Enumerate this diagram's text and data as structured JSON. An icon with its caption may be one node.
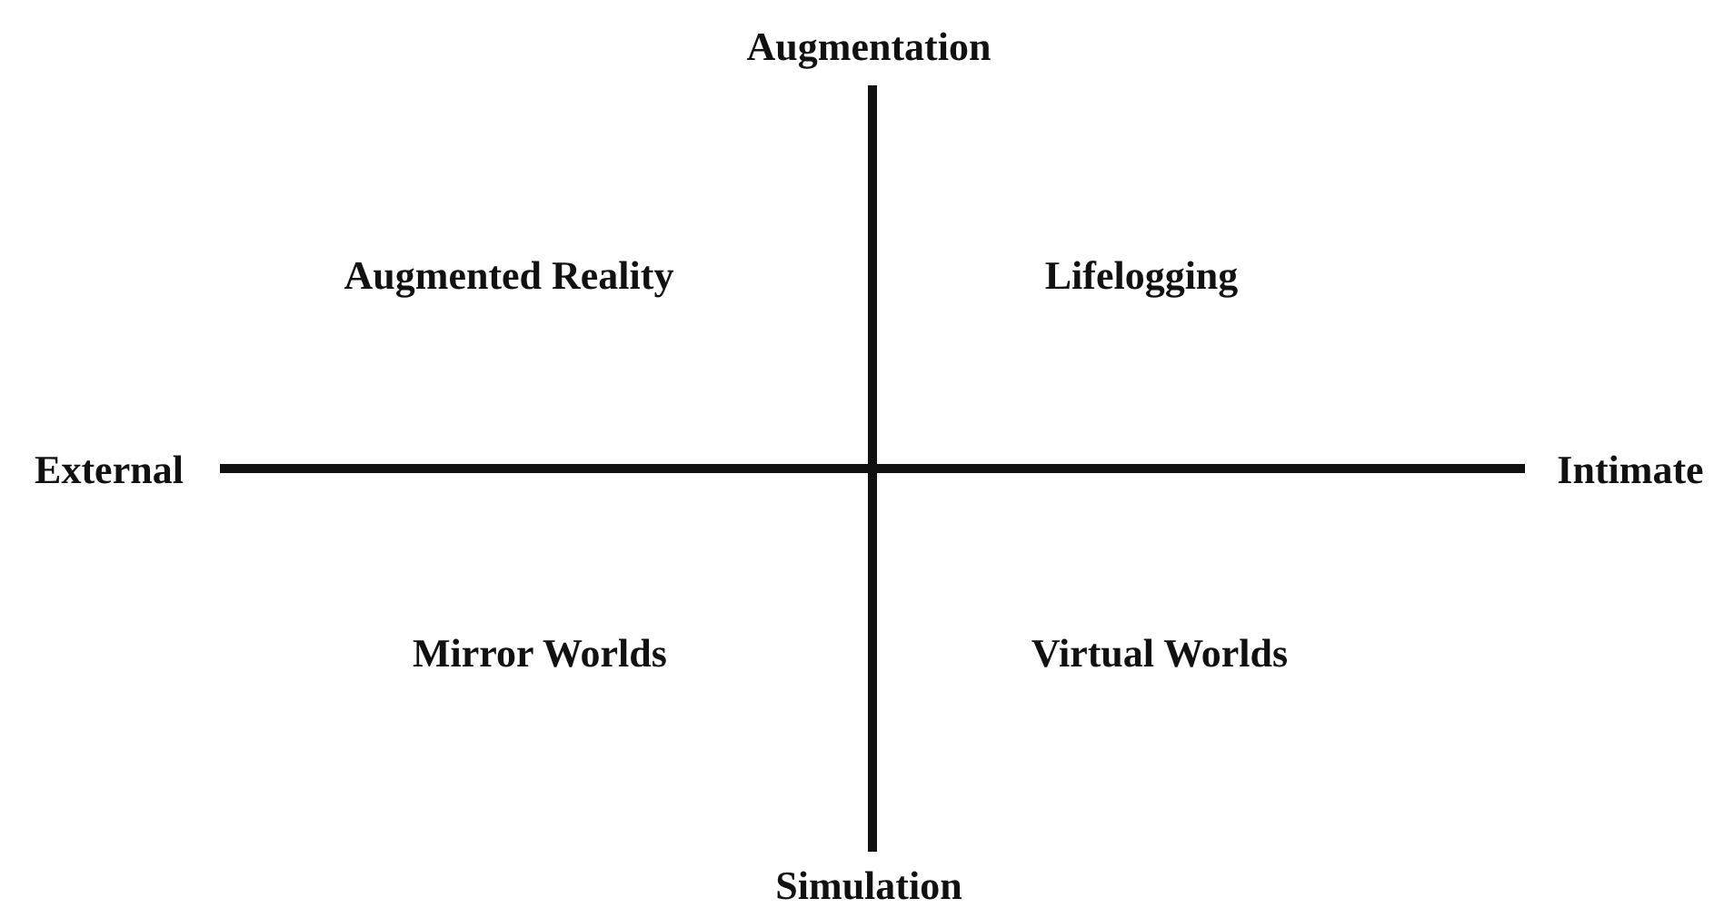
{
  "diagram": {
    "labels": [
      "Augmentation",
      "Augmented Reality",
      "Lifelogging",
      "External",
      "Intimate",
      "Mirror Worlds",
      "Virtual Worlds",
      "Simulation"
    ]
  }
}
